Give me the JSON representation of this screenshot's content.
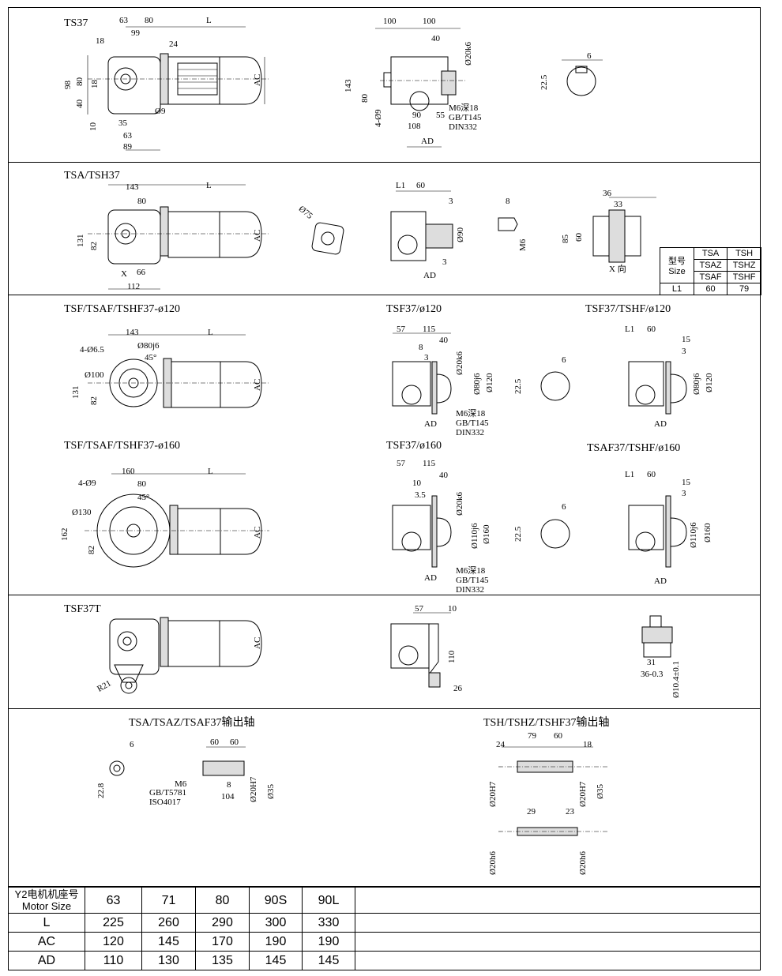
{
  "sections": {
    "s1": {
      "title": "TS37"
    },
    "s2": {
      "title": "TSA/TSH37"
    },
    "s3": {
      "title_left": "TSF/TSAF/TSHF37-ø120",
      "title_mid": "TSF37/ø120",
      "title_right": "TSF37/TSHF/ø120"
    },
    "s4": {
      "title_left": "TSF/TSAF/TSHF37-ø160",
      "title_mid": "TSF37/ø160",
      "title_right": "TSAF37/TSHF/ø160"
    },
    "s5": {
      "title": "TSF37T"
    },
    "s6": {
      "title_left": "TSA/TSAZ/TSAF37输出轴",
      "title_right": "TSH/TSHZ/TSHF37输出轴"
    }
  },
  "dims": {
    "s1": {
      "d63": "63",
      "d80": "80",
      "L": "L",
      "d18": "18",
      "d99": "99",
      "d24": "24",
      "d98": "98",
      "d80v": "80",
      "d18v": "18",
      "d40": "40",
      "d10": "10",
      "d35": "35",
      "d9": "Ø9",
      "d63b": "63",
      "d89": "89",
      "AC": "AC",
      "m100a": "100",
      "m100b": "100",
      "m40": "40",
      "m20": "Ø20k6",
      "m143": "143",
      "m80": "80",
      "m4d9": "4-Ø9",
      "m90": "90",
      "m55": "55",
      "m108": "108",
      "mM6": "M6深18",
      "mGB": "GB/T145",
      "mDIN": "DIN332",
      "mAD": "AD",
      "r6": "6",
      "r225": "22.5"
    },
    "s2": {
      "d143": "143",
      "d80": "80",
      "L": "L",
      "d131": "131",
      "d82": "82",
      "X": "X",
      "d66": "66",
      "d112": "112",
      "AC": "AC",
      "d75": "Ø75",
      "L1": "L1",
      "d60": "60",
      "d3": "3",
      "d90": "Ø90",
      "d3b": "3",
      "AD": "AD",
      "d8": "8",
      "M6": "M6",
      "d36": "36",
      "d33": "33",
      "d85": "85",
      "d60v": "60",
      "xdir": "X 向"
    },
    "s3": {
      "d143": "143",
      "d80": "Ø80j6",
      "L": "L",
      "d4": "4-Ø6.5",
      "d45": "45°",
      "d100": "Ø100",
      "d131": "131",
      "d82": "82",
      "AC": "AC",
      "d57": "57",
      "d115": "115",
      "d40": "40",
      "d8": "8",
      "d3": "3",
      "d20": "Ø20k6",
      "d120": "Ø120",
      "AD": "AD",
      "mM6": "M6深18",
      "mGB": "GB/T145",
      "mDIN": "DIN332",
      "r6": "6",
      "r225": "22.5",
      "L1": "L1",
      "d60": "60",
      "d15": "15",
      "d3b": "3",
      "d80b": "Ø80j6",
      "d120b": "Ø120",
      "ADb": "AD"
    },
    "s4": {
      "d4": "4-Ø9",
      "d160": "160",
      "d80": "80",
      "L": "L",
      "d45": "45°",
      "d130": "Ø130",
      "d162": "162",
      "d82": "82",
      "AC": "AC",
      "d57": "57",
      "d115": "115",
      "d40": "40",
      "d10": "10",
      "d35": "3.5",
      "d20": "Ø20k6",
      "d110": "Ø110j6",
      "d160v": "Ø160",
      "AD": "AD",
      "mM6": "M6深18",
      "mGB": "GB/T145",
      "mDIN": "DIN332",
      "r6": "6",
      "r225": "22.5",
      "L1": "L1",
      "d60": "60",
      "d15": "15",
      "d3": "3",
      "d110b": "Ø110j6",
      "d160b": "Ø160",
      "ADb": "AD"
    },
    "s5": {
      "AC": "AC",
      "R21": "R21",
      "d57": "57",
      "d10": "10",
      "d110": "110",
      "d26": "26",
      "d31": "31",
      "d36": "36-0.3",
      "d104": "Ø10.4±0.1"
    },
    "s6": {
      "a6": "6",
      "a228": "22.8",
      "a60a": "60",
      "a60b": "60",
      "aM6": "M6",
      "aGB": "GB/T5781",
      "aISO": "ISO4017",
      "a8": "8",
      "a104": "104",
      "a20": "Ø20H7",
      "a35": "Ø35",
      "b24": "24",
      "b79": "79",
      "b60": "60",
      "b18": "18",
      "b20a": "Ø20H7",
      "b20b": "Ø20H7",
      "b35": "Ø35",
      "b29": "29",
      "b23": "23",
      "b20c": "Ø20h6",
      "b20d": "Ø20h6"
    }
  },
  "size_box": {
    "h1": "型号",
    "h2": "Size",
    "c1a": "TSA",
    "c1b": "TSAZ",
    "c1c": "TSAF",
    "c2a": "TSH",
    "c2b": "TSHZ",
    "c2c": "TSHF",
    "label": "L1",
    "v1": "60",
    "v2": "79"
  },
  "motor_table": {
    "header_cn": "Y2电机机座号",
    "header_en": "Motor Size",
    "sizes": [
      "63",
      "71",
      "80",
      "90S",
      "90L"
    ],
    "rows": [
      {
        "label": "L",
        "values": [
          "225",
          "260",
          "290",
          "300",
          "330"
        ]
      },
      {
        "label": "AC",
        "values": [
          "120",
          "145",
          "170",
          "190",
          "190"
        ]
      },
      {
        "label": "AD",
        "values": [
          "110",
          "130",
          "135",
          "145",
          "145"
        ]
      }
    ]
  }
}
